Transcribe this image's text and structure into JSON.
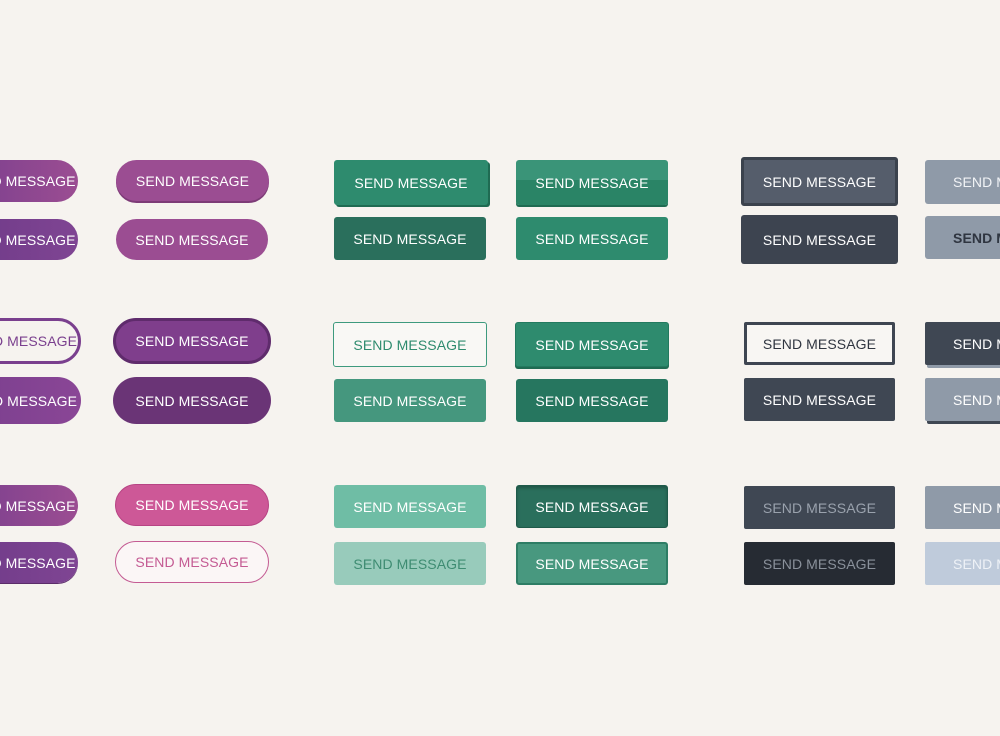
{
  "label": "SEND MESSAGE",
  "colors": {
    "background": "#f6f3ef",
    "purple": "#9b4d92",
    "purple_dark": "#7a3f8e",
    "purple_deep": "#6a3476",
    "pink": "#cd5897",
    "green": "#2e8b6e",
    "green_dark": "#2a6f5c",
    "green_light": "#6fbda5",
    "slate": "#3f4753",
    "slate_darkest": "#262b33",
    "gray_blue": "#8f9aa8",
    "pale_blue": "#bfcbdb"
  },
  "buttons": [
    {
      "name": "purple-gradient-button-row1-col1",
      "label": "SEND MESSAGE"
    },
    {
      "name": "purple-raised-button-row1-col2",
      "label": "SEND MESSAGE"
    },
    {
      "name": "purple-button-row2-col1",
      "label": "SEND MESSAGE"
    },
    {
      "name": "purple-button-row2-col2",
      "label": "SEND MESSAGE"
    },
    {
      "name": "purple-outline-button-row3-col1",
      "label": "SEND MESSAGE"
    },
    {
      "name": "purple-bordered-button-row3-col2",
      "label": "SEND MESSAGE"
    },
    {
      "name": "purple-button-row4-col1",
      "label": "SEND MESSAGE"
    },
    {
      "name": "purple-deep-button-row4-col2",
      "label": "SEND MESSAGE"
    },
    {
      "name": "purple-button-row5-col1",
      "label": "SEND MESSAGE"
    },
    {
      "name": "pink-button-row5-col2",
      "label": "SEND MESSAGE"
    },
    {
      "name": "purple-button-row6-col1",
      "label": "SEND MESSAGE"
    },
    {
      "name": "pink-outline-button-row6-col2",
      "label": "SEND MESSAGE"
    },
    {
      "name": "green-3d-button-row1-col3",
      "label": "SEND MESSAGE"
    },
    {
      "name": "green-split-button-row1-col4",
      "label": "SEND MESSAGE"
    },
    {
      "name": "green-dark-button-row2-col3",
      "label": "SEND MESSAGE"
    },
    {
      "name": "green-button-row2-col4",
      "label": "SEND MESSAGE"
    },
    {
      "name": "green-outline-button-row3-col3",
      "label": "SEND MESSAGE"
    },
    {
      "name": "green-raised-button-row3-col4",
      "label": "SEND MESSAGE"
    },
    {
      "name": "green-muted-button-row4-col3",
      "label": "SEND MESSAGE"
    },
    {
      "name": "green-dark-button-row4-col4",
      "label": "SEND MESSAGE"
    },
    {
      "name": "green-light-button-row5-col3",
      "label": "SEND MESSAGE"
    },
    {
      "name": "green-inset-button-row5-col4",
      "label": "SEND MESSAGE"
    },
    {
      "name": "green-pale-button-row6-col3",
      "label": "SEND MESSAGE"
    },
    {
      "name": "green-bordered-button-row6-col4",
      "label": "SEND MESSAGE"
    },
    {
      "name": "slate-bordered-button-row1-col5",
      "label": "SEND MESSAGE"
    },
    {
      "name": "gray-blue-button-row1-col6",
      "label": "SEND MESSAGE"
    },
    {
      "name": "slate-button-row2-col5",
      "label": "SEND MESSAGE"
    },
    {
      "name": "gray-blue-button-row2-col6",
      "label": "SEND MESSAGE"
    },
    {
      "name": "slate-outline-button-row3-col5",
      "label": "SEND MESSAGE"
    },
    {
      "name": "slate-button-row3-col6",
      "label": "SEND MESSAGE"
    },
    {
      "name": "slate-button-row4-col5",
      "label": "SEND MESSAGE"
    },
    {
      "name": "gray-blue-button-row4-col6",
      "label": "SEND MESSAGE"
    },
    {
      "name": "slate-disabled-button-row5-col5",
      "label": "SEND MESSAGE"
    },
    {
      "name": "gray-blue-button-row5-col6",
      "label": "SEND MESSAGE"
    },
    {
      "name": "slate-darkest-disabled-button-row6-col5",
      "label": "SEND MESSAGE"
    },
    {
      "name": "pale-blue-disabled-button-row6-col6",
      "label": "SEND MESSAGE"
    }
  ]
}
